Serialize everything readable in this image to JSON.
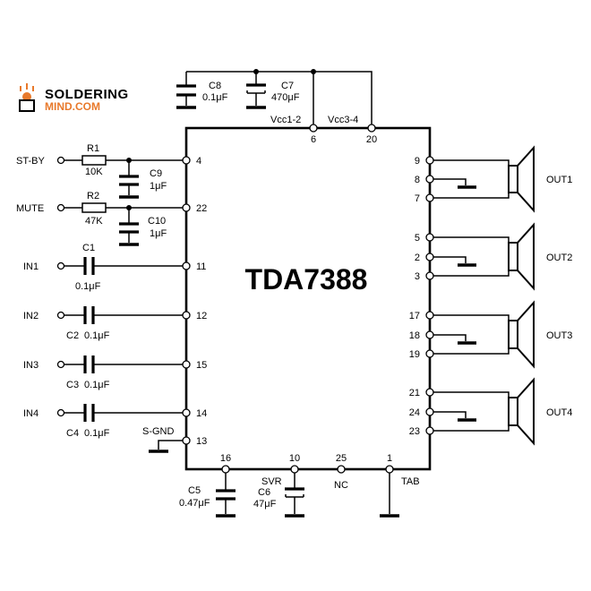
{
  "logo": {
    "line1": "SOLDERING",
    "line2": "MIND.COM",
    "accent": "#e8792b"
  },
  "chip": {
    "name": "TDA7388"
  },
  "inputs": {
    "stby": "ST-BY",
    "mute": "MUTE",
    "in1": "IN1",
    "in2": "IN2",
    "in3": "IN3",
    "in4": "IN4",
    "sgnd": "S-GND"
  },
  "components": {
    "r1": {
      "name": "R1",
      "value": "10K"
    },
    "r2": {
      "name": "R2",
      "value": "47K"
    },
    "c1": {
      "name": "C1",
      "value": "0.1μF"
    },
    "c2": {
      "name": "C2",
      "value": "0.1μF"
    },
    "c3": {
      "name": "C3",
      "value": "0.1μF"
    },
    "c4": {
      "name": "C4",
      "value": "0.1μF"
    },
    "c5": {
      "name": "C5",
      "value": "0.47μF"
    },
    "c6": {
      "name": "C6",
      "value": "47μF"
    },
    "c7": {
      "name": "C7",
      "value": "470μF"
    },
    "c8": {
      "name": "C8",
      "value": "0.1μF"
    },
    "c9": {
      "name": "C9",
      "value": "1μF"
    },
    "c10": {
      "name": "C10",
      "value": "1μF"
    }
  },
  "supply": {
    "vcc12": "Vcc1-2",
    "vcc34": "Vcc3-4"
  },
  "bottom": {
    "svr": "SVR",
    "nc": "NC",
    "tab": "TAB"
  },
  "pins": {
    "p4": "4",
    "p22": "22",
    "p11": "11",
    "p12": "12",
    "p15": "15",
    "p14": "14",
    "p13": "13",
    "p6": "6",
    "p20": "20",
    "p9": "9",
    "p8": "8",
    "p7": "7",
    "p5": "5",
    "p2": "2",
    "p3": "3",
    "p17": "17",
    "p18": "18",
    "p19": "19",
    "p21": "21",
    "p24": "24",
    "p23": "23",
    "p16": "16",
    "p10": "10",
    "p25": "25",
    "p1": "1"
  },
  "outputs": {
    "out1": "OUT1",
    "out2": "OUT2",
    "out3": "OUT3",
    "out4": "OUT4"
  }
}
